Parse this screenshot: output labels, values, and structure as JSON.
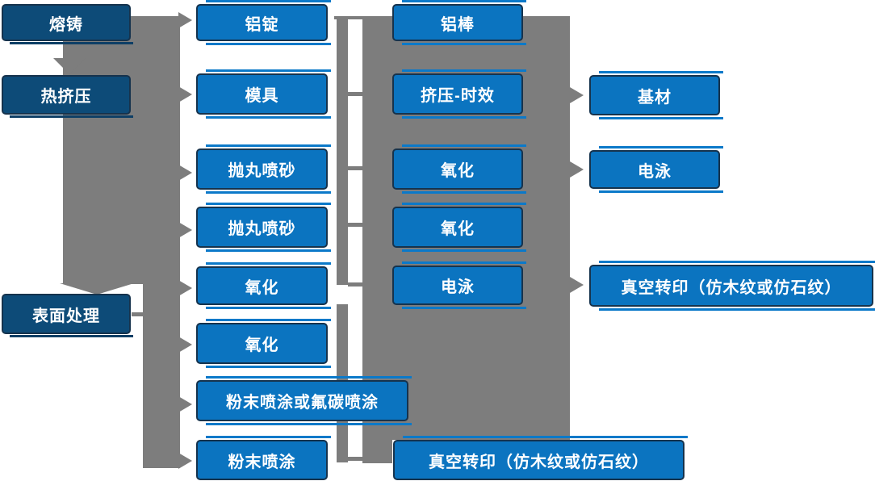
{
  "diagram_type": "process-flowchart",
  "colors": {
    "box_blue": "#0b74c0",
    "box_dark": "#0d4b78",
    "connector_gray": "#7d7d7d",
    "text": "#ffffff"
  },
  "nodes": {
    "melt_cast": "熔铸",
    "hot_extrusion": "热挤压",
    "surface_treatment": "表面处理",
    "al_ingot": "铝锭",
    "mold": "模具",
    "shot_blast_1": "抛丸喷砂",
    "shot_blast_2": "抛丸喷砂",
    "oxidation_1": "氧化",
    "oxidation_2": "氧化",
    "powder_or_fluorocarbon": "粉末喷涂或氟碳喷涂",
    "powder": "粉末喷涂",
    "al_rod": "铝棒",
    "extrusion_aging": "挤压-时效",
    "oxidation_3": "氧化",
    "oxidation_4": "氧化",
    "electrophoresis_1": "电泳",
    "vacuum_transfer_1": "真空转印（仿木纹或仿石纹）",
    "substrate": "基材",
    "electrophoresis_2": "电泳",
    "vacuum_transfer_2": "真空转印（仿木纹或仿石纹）"
  }
}
